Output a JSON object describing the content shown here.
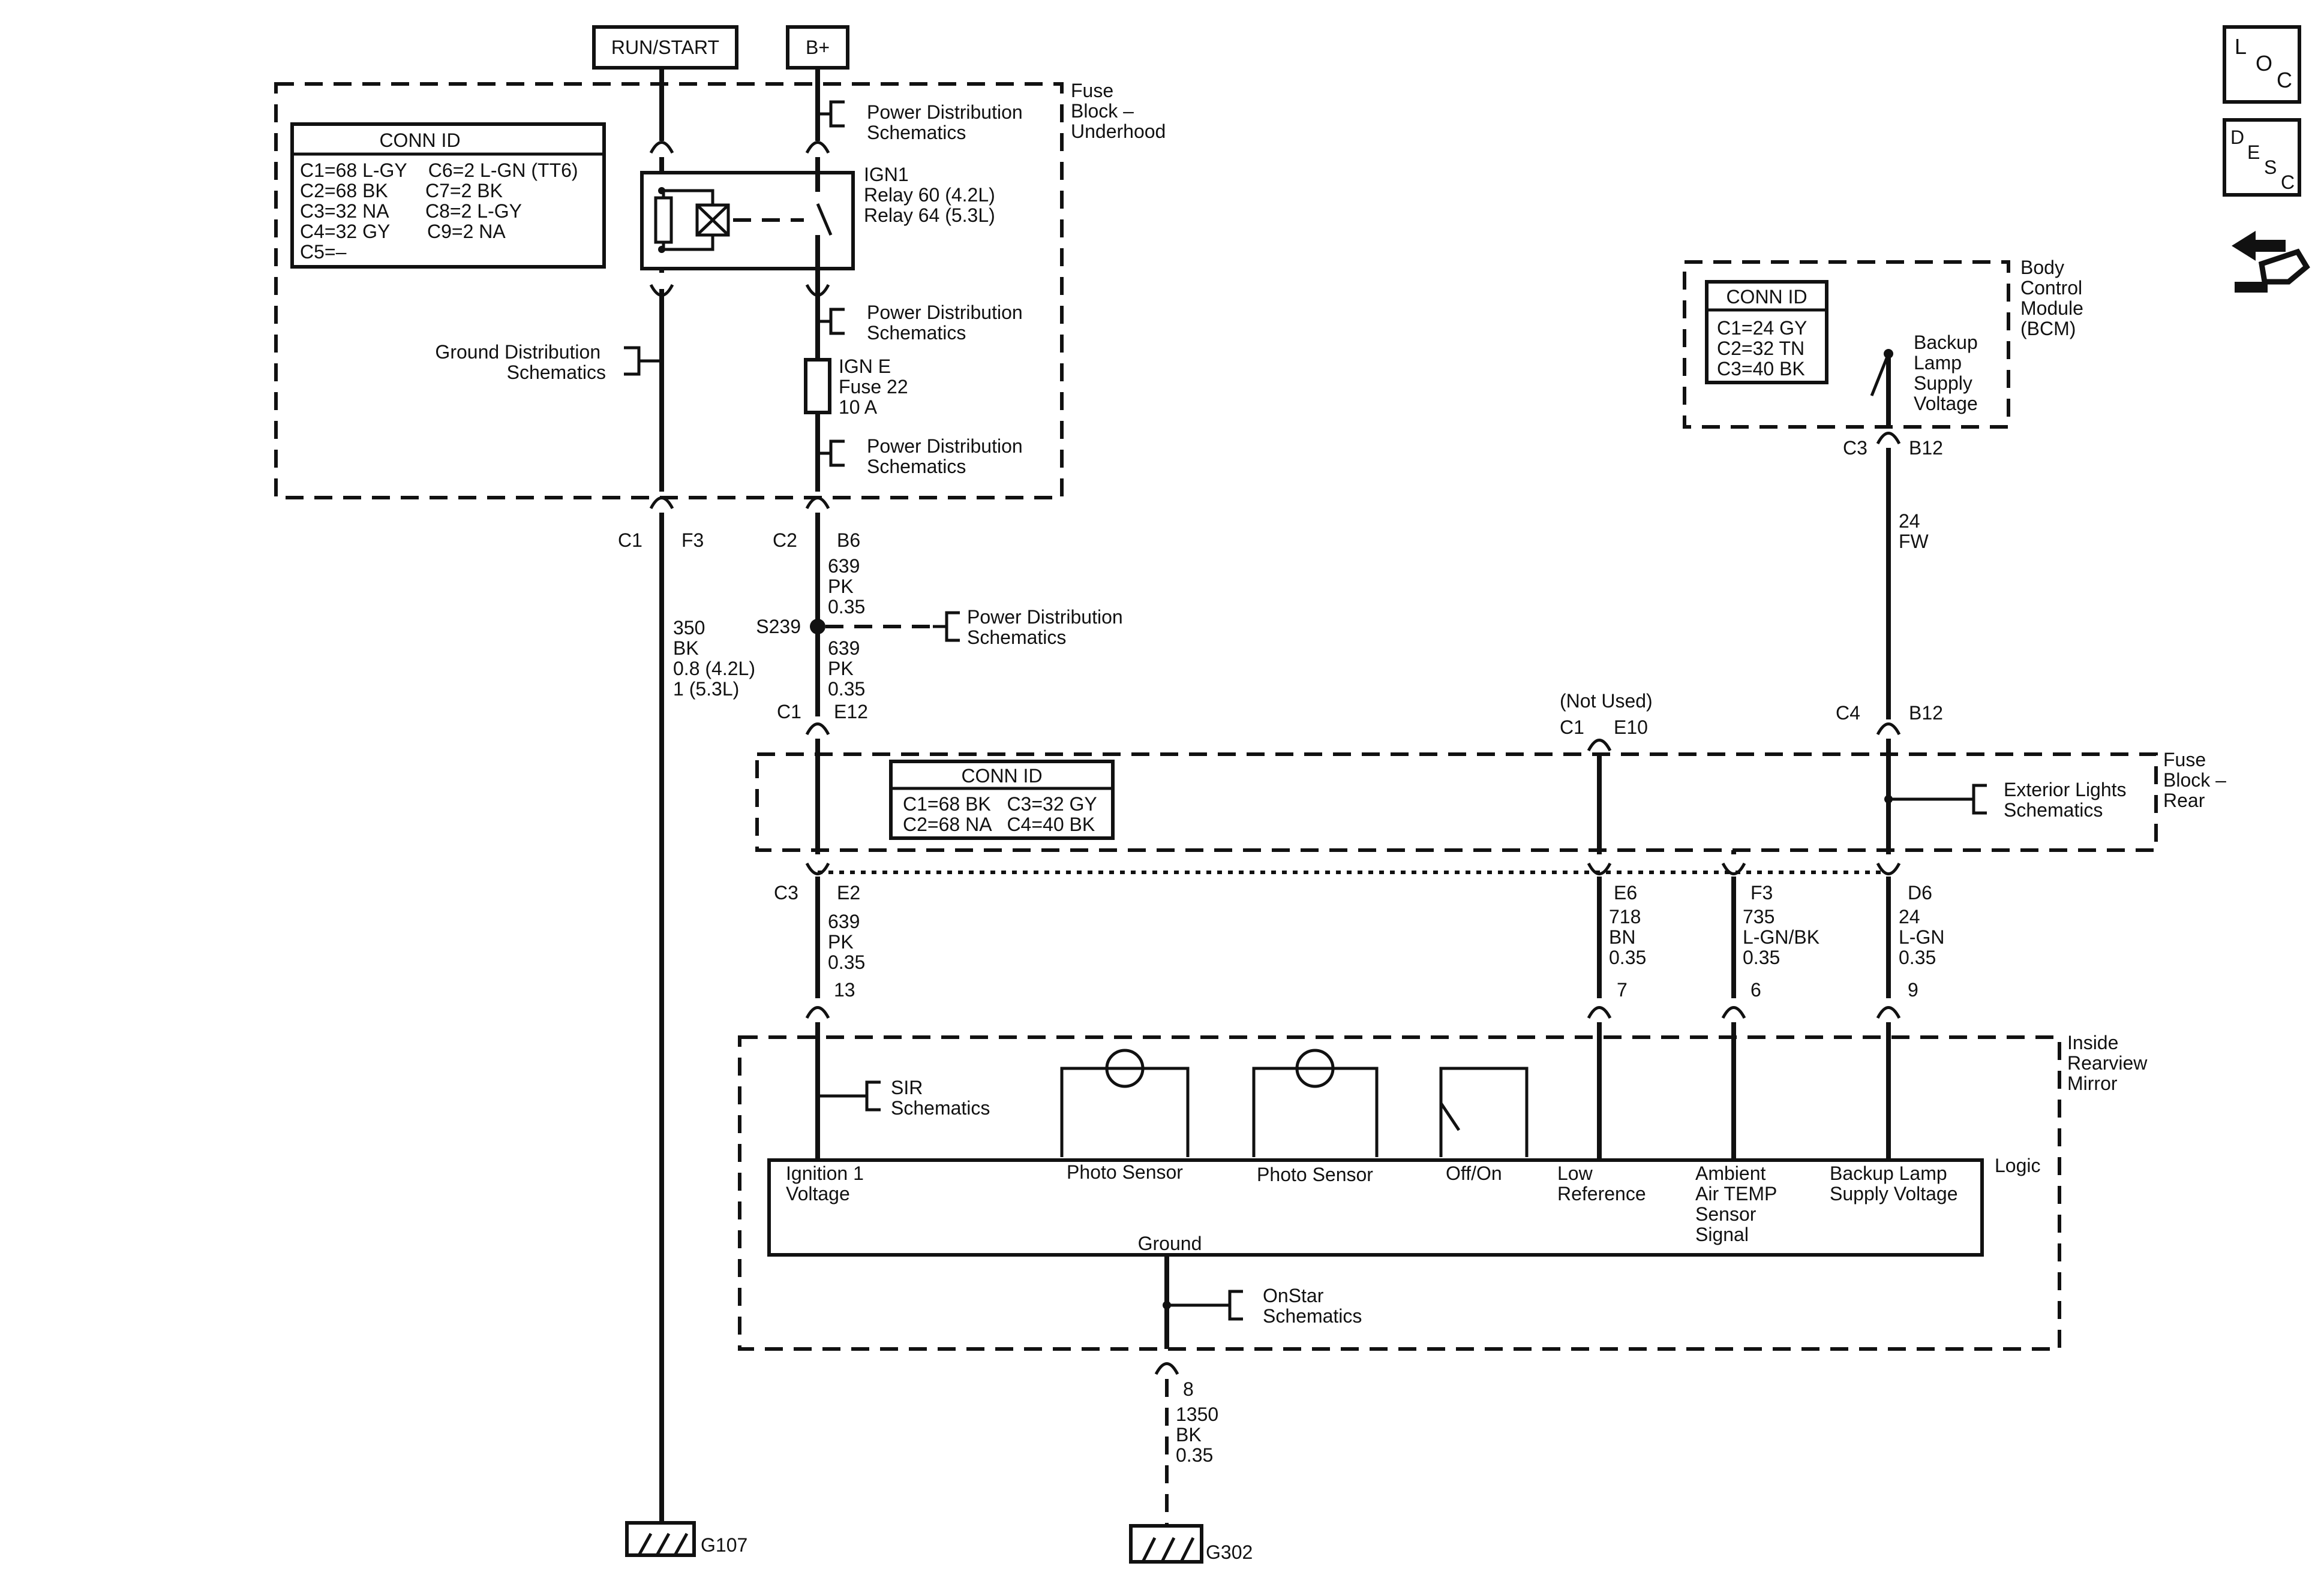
{
  "sources": {
    "run_start": "RUN/START",
    "bplus": "B+"
  },
  "fuse_block_underhood": {
    "title": [
      "Fuse",
      "Block –",
      "Underhood"
    ],
    "conn_id_title": "CONN ID",
    "conn_rows": [
      "C1=68 L-GY    C6=2 L-GN (TT6)",
      "C2=68 BK       C7=2 BK",
      "C3=32 NA       C8=2 L-GY",
      "C4=32 GY       C9=2 NA",
      "C5=–"
    ],
    "relay_lines": [
      "IGN1",
      "Relay 60 (4.2L)",
      "Relay 64 (5.3L)"
    ],
    "fuse_lines": [
      "IGN E",
      "Fuse 22",
      "10 A"
    ],
    "power_dist": [
      "Power Distribution",
      "Schematics"
    ],
    "ground_dist": [
      "Ground Distribution",
      "Schematics"
    ]
  },
  "left_wire": {
    "conn": "C1",
    "pin": "F3",
    "lines": [
      "350",
      "BK",
      "0.8 (4.2L)",
      "1 (5.3L)"
    ],
    "ground": "G107"
  },
  "center_wire": {
    "c2": "C2",
    "b6": "B6",
    "upper_lines": [
      "639",
      "PK",
      "0.35"
    ],
    "splice": "S239",
    "splice_ref": [
      "Power Distribution",
      "Schematics"
    ],
    "lower_lines": [
      "639",
      "PK",
      "0.35"
    ],
    "c1": "C1",
    "e12": "E12",
    "c3": "C3",
    "e2": "E2",
    "below_lines": [
      "639",
      "PK",
      "0.35"
    ],
    "pin13": "13",
    "sir": [
      "SIR",
      "Schematics"
    ]
  },
  "bcm": {
    "title": [
      "Body",
      "Control",
      "Module",
      "(BCM)"
    ],
    "conn_id_title": "CONN ID",
    "conn_rows": [
      "C1=24 GY",
      "C2=32 TN",
      "C3=40 BK"
    ],
    "switch_label": [
      "Backup",
      "Lamp",
      "Supply",
      "Voltage"
    ],
    "c3": "C3",
    "b12": "B12",
    "wire_lines": [
      "24",
      "FW"
    ]
  },
  "fuse_block_rear": {
    "title": [
      "Fuse",
      "Block –",
      "Rear"
    ],
    "conn_id_title": "CONN ID",
    "conn_rows": [
      "C1=68 BK   C3=32 GY",
      "C2=68 NA   C4=40 BK"
    ],
    "not_used": "(Not Used)",
    "c1": "C1",
    "e10": "E10",
    "c4": "C4",
    "b12": "B12",
    "ext_lights": [
      "Exterior Lights",
      "Schematics"
    ]
  },
  "mirror_wires": [
    {
      "pin": "E6",
      "lines": [
        "718",
        "BN",
        "0.35"
      ],
      "mirror_pin": "7"
    },
    {
      "pin": "F3",
      "lines": [
        "735",
        "L-GN/BK",
        "0.35"
      ],
      "mirror_pin": "6"
    },
    {
      "pin": "D6",
      "lines": [
        "24",
        "L-GN",
        "0.35"
      ],
      "mirror_pin": "9"
    }
  ],
  "mirror": {
    "title": [
      "Inside",
      "Rearview",
      "Mirror"
    ],
    "logic": "Logic",
    "ign1": [
      "Ignition 1",
      "Voltage"
    ],
    "photo1": "Photo Sensor",
    "photo2": "Photo Sensor",
    "offon": "Off/On",
    "lowref": [
      "Low",
      "Reference"
    ],
    "ambient": [
      "Ambient",
      "Air TEMP",
      "Sensor",
      "Signal"
    ],
    "backup": [
      "Backup Lamp",
      "Supply Voltage"
    ],
    "ground_label": "Ground",
    "onstar": [
      "OnStar",
      "Schematics"
    ]
  },
  "ground_wire": {
    "pin": "8",
    "lines": [
      "1350",
      "BK",
      "0.35"
    ],
    "ground": "G302"
  },
  "icons": {
    "loc": [
      "L",
      "O",
      "C"
    ],
    "desc": [
      "D",
      "E",
      "S",
      "C"
    ]
  }
}
